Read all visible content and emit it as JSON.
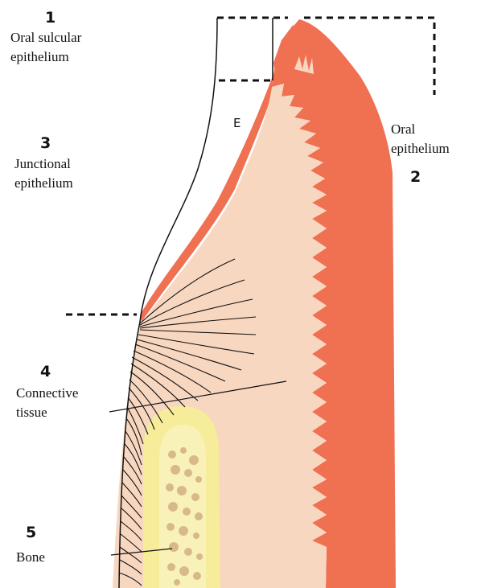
{
  "labels": {
    "n1": "1",
    "l1a": "Oral sulcular",
    "l1b": "epithelium",
    "n2": "2",
    "l2a": "Oral",
    "l2b": "epithelium",
    "n3": "3",
    "l3a": "Junctional",
    "l3b": "epithelium",
    "n4": "4",
    "l4a": "Connective",
    "l4b": "tissue",
    "n5": "5",
    "l5a": "Bone",
    "e": "E"
  },
  "colors": {
    "epithelium": "#f07052",
    "connective": "#f8d7c1",
    "bone_outer": "#f6ec9a",
    "bone_inner": "#f9f2b8",
    "trabecula": "#d8b98a",
    "line": "#111111"
  }
}
